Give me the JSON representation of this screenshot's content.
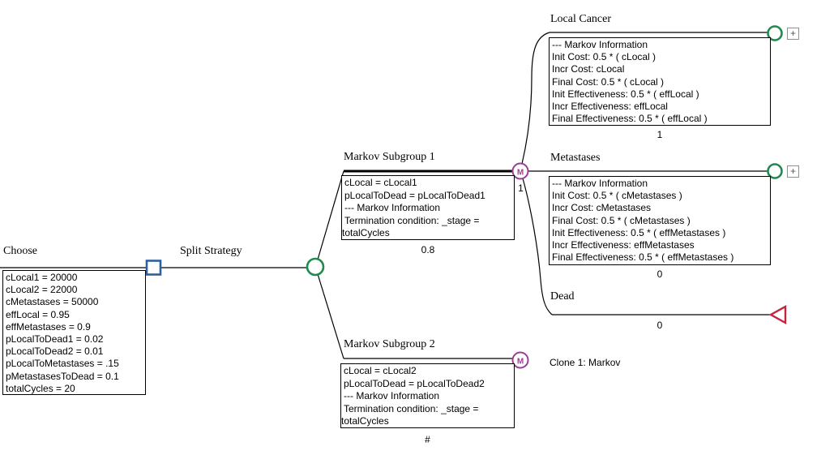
{
  "colors": {
    "decision_blue": "#2f5f9e",
    "chance_green": "#1e8a4e",
    "markov_purple": "#993d99",
    "terminal_red": "#c6243e"
  },
  "tree": {
    "choose": {
      "title": "Choose",
      "variables": [
        "cLocal1 = 20000",
        "cLocal2 = 22000",
        "cMetastases = 50000",
        "effLocal = 0.95",
        "effMetastases = 0.9",
        "pLocalToDead1 = 0.02",
        "pLocalToDead2 = 0.01",
        "pLocalToMetastases = .15",
        "pMetastasesToDead = 0.1",
        "totalCycles = 20"
      ]
    },
    "split_strategy": {
      "title": "Split Strategy"
    },
    "markov_subgroup_1": {
      "title": "Markov Subgroup 1",
      "node_letter": "M",
      "node_value": "1",
      "probability": "0.8",
      "box_lines": [
        "cLocal = cLocal1",
        "pLocalToDead = pLocalToDead1",
        "--- Markov Information",
        "Termination condition: _stage =",
        "totalCycles"
      ]
    },
    "markov_subgroup_2": {
      "title": "Markov Subgroup 2",
      "node_letter": "M",
      "clone_label": "Clone 1: Markov",
      "probability": "#",
      "box_lines": [
        "cLocal = cLocal2",
        "pLocalToDead = pLocalToDead2",
        "--- Markov Information",
        "Termination condition: _stage =",
        "totalCycles"
      ]
    },
    "local_cancer": {
      "title": "Local Cancer",
      "value": "1",
      "expand_glyph": "+",
      "box_lines": [
        "--- Markov Information",
        "Init Cost: 0.5 * ( cLocal )",
        "Incr Cost: cLocal",
        "Final Cost: 0.5 * ( cLocal )",
        "Init Effectiveness: 0.5 * ( effLocal )",
        "Incr Effectiveness: effLocal",
        "Final Effectiveness: 0.5 * ( effLocal )"
      ]
    },
    "metastases": {
      "title": "Metastases",
      "value": "0",
      "expand_glyph": "+",
      "box_lines": [
        "--- Markov Information",
        "Init Cost: 0.5 * ( cMetastases )",
        "Incr Cost: cMetastases",
        "Final Cost: 0.5 * ( cMetastases )",
        "Init Effectiveness: 0.5 * ( effMetastases )",
        "Incr Effectiveness: effMetastases",
        "Final Effectiveness: 0.5 * ( effMetastases )"
      ]
    },
    "dead": {
      "title": "Dead",
      "value": "0"
    }
  }
}
